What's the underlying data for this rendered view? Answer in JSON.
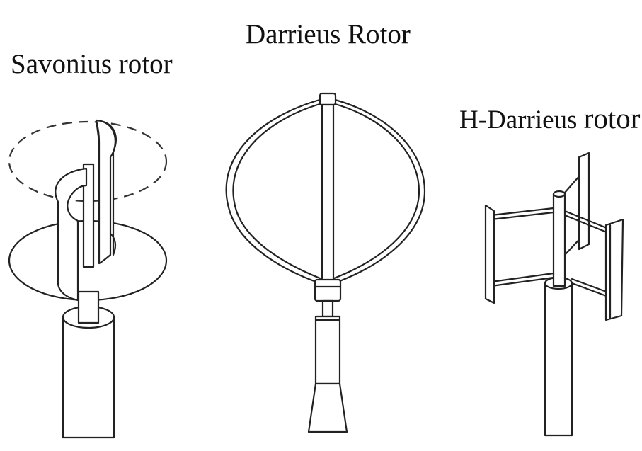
{
  "diagram": {
    "labels": {
      "savonius": "Savonius rotor",
      "darrieus": "Darrieus Rotor",
      "h_darrieus_prefix": "H-Darrieus ",
      "h_darrieus_suffix": "rotor"
    },
    "colors": {
      "ink": "#222222",
      "background": "#ffffff"
    }
  }
}
